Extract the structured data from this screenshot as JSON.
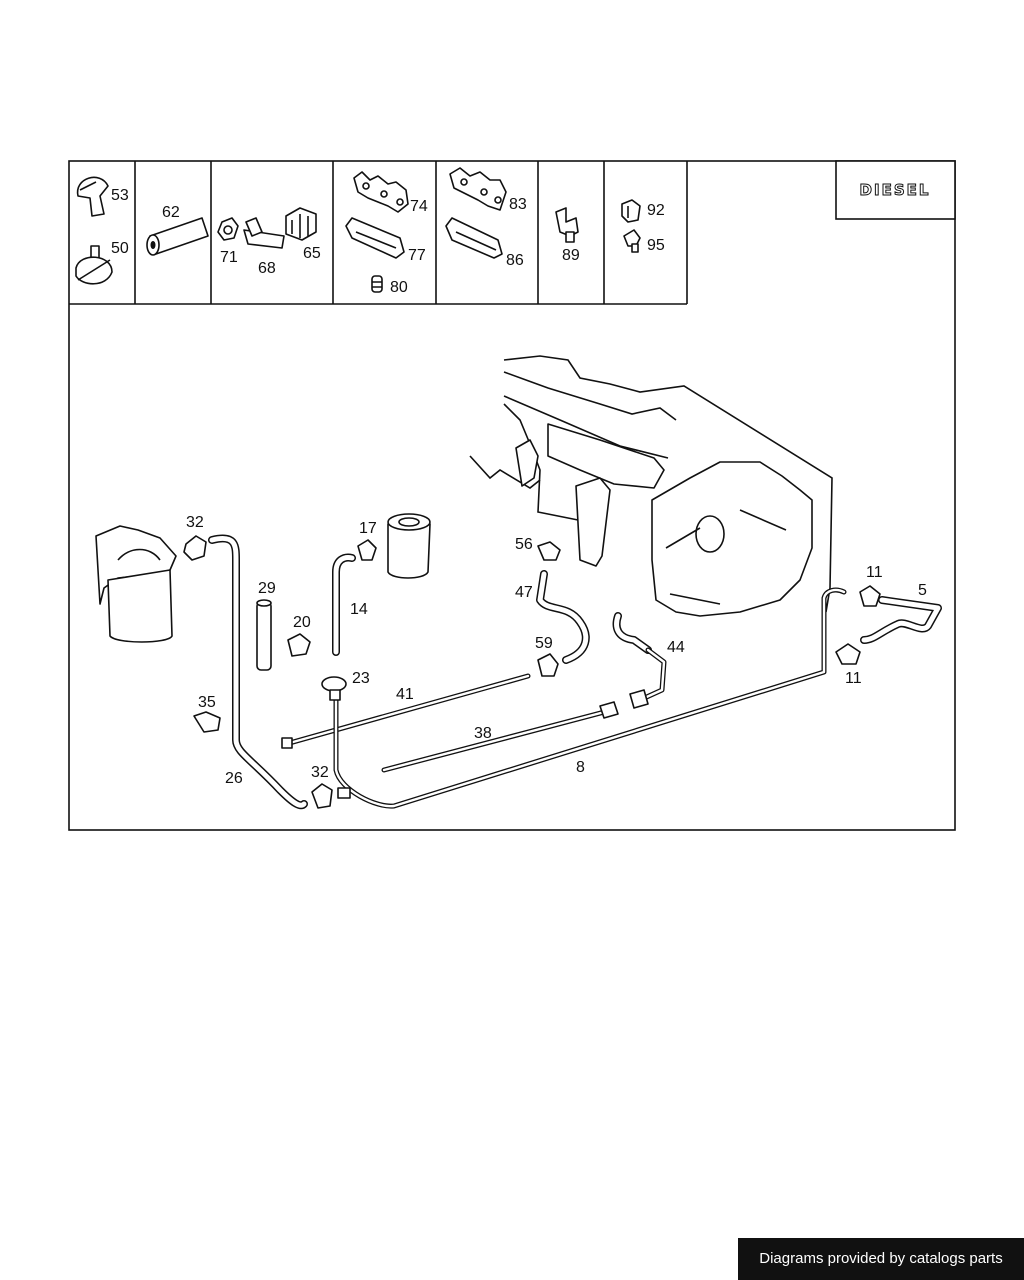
{
  "badge": "DIESEL",
  "legend_labels": {
    "p53": "53",
    "p50": "50",
    "p62": "62",
    "p71": "71",
    "p68": "68",
    "p65": "65",
    "p74": "74",
    "p77": "77",
    "p80": "80",
    "p83": "83",
    "p86": "86",
    "p89": "89",
    "p92": "92",
    "p95": "95"
  },
  "callouts": {
    "c32a": "32",
    "c29": "29",
    "c20": "20",
    "c35": "35",
    "c26": "26",
    "c32b": "32",
    "c17": "17",
    "c14": "14",
    "c23": "23",
    "c41": "41",
    "c56": "56",
    "c47": "47",
    "c59": "59",
    "c44": "44",
    "c38": "38",
    "c8": "8",
    "c11a": "11",
    "c5": "5",
    "c11b": "11"
  },
  "footer": "Diagrams provided by catalogs parts"
}
